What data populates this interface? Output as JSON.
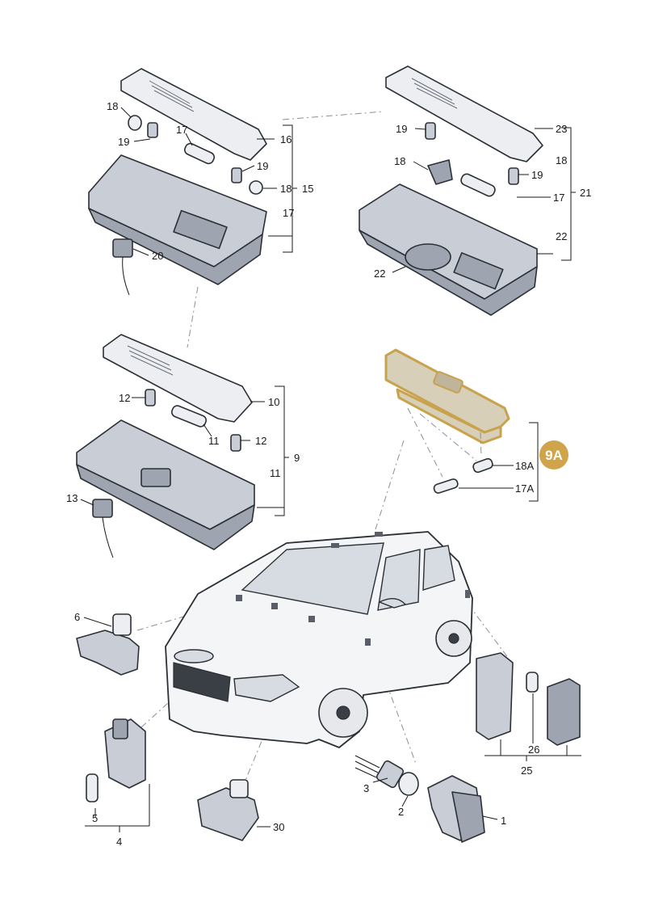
{
  "callouts": {
    "l18a": "18",
    "l19a": "19",
    "l17a": "17",
    "l16": "16",
    "l19b": "19",
    "l18b": "18",
    "l15": "15",
    "l17b": "17",
    "l20": "20",
    "l19c": "19",
    "l23": "23",
    "l18c": "18",
    "l18d": "18",
    "l19d": "19",
    "l17c": "17",
    "l21": "21",
    "l22a": "22",
    "l22b": "22",
    "l12a": "12",
    "l10": "10",
    "l11a": "11",
    "l12b": "12",
    "l9": "9",
    "l11b": "11",
    "l13": "13",
    "l18A": "18A",
    "l17A": "17A",
    "l6": "6",
    "l25": "25",
    "l26": "26",
    "l5": "5",
    "l4": "4",
    "l3": "3",
    "l2": "2",
    "l1": "1",
    "l30": "30"
  },
  "highlight_badge": "9A",
  "colors": {
    "badge": "#cfa44a",
    "highlight_fill": "#d8cfb8",
    "part_fill": "#c9ced6"
  }
}
